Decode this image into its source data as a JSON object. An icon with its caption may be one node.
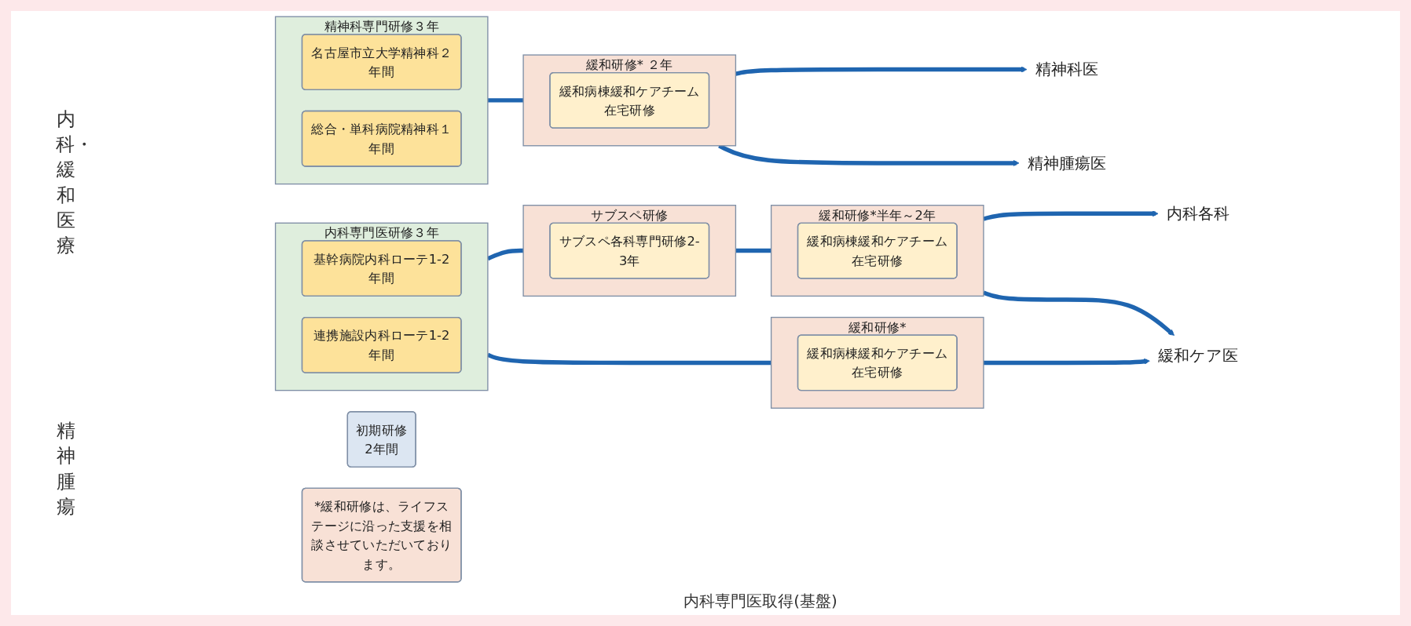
{
  "diagram": {
    "nodes": [
      {
        "text": [
          "初期研修",
          "2年間"
        ]
      },
      {
        "text": [
          "内科専門医研修３年"
        ]
      },
      {
        "text": [
          "基幹病院内科ローテ1-2年間"
        ],
        "in": 1
      },
      {
        "text": [
          "連携施設内科ローテ1-2年間"
        ],
        "in": 1
      },
      {
        "text": [
          "サブスペ研修"
        ]
      },
      {
        "text": [
          "サブスペ各科専門研修2-3年"
        ],
        "in": 4
      },
      {
        "text": [
          "緩和研修*半年～2年"
        ]
      },
      {
        "text": [
          "緩和病棟緩和ケアチーム在宅研修"
        ],
        "in": 6
      },
      {
        "text": [
          "内科各科"
        ]
      },
      {
        "text": [
          "緩和研修*"
        ]
      },
      {
        "text": [
          "緩和病棟緩和ケアチーム在宅研修"
        ],
        "in": 9
      },
      {
        "text": [
          "緩和ケア医"
        ]
      },
      {
        "text": [
          "精神科専門研修３年"
        ]
      },
      {
        "text": [
          "名古屋市立大学精神科２年間"
        ],
        "in": 12
      },
      {
        "text": [
          "総合・単科病院精神科１年間"
        ],
        "in": 12
      },
      {
        "text": [
          "緩和研修* ２年"
        ]
      },
      {
        "text": [
          "緩和病棟緩和ケアチーム在宅研修"
        ],
        "in": 15
      },
      {
        "text": [
          "精神科医"
        ]
      },
      {
        "text": [
          "精神腫瘍医"
        ]
      },
      {
        "text": [
          "*緩和研修は、ライフステージに沿った支援を相談させていただいております。"
        ]
      }
    ],
    "edges": [
      {
        "from": 1,
        "to": 4,
        "arrow": "none"
      },
      {
        "from": 4,
        "to": 6,
        "arrow": "none"
      },
      {
        "from": 6,
        "to": 8,
        "arrow": "to"
      },
      {
        "from": 1,
        "to": 9,
        "arrow": "none"
      },
      {
        "from": 9,
        "to": 11,
        "arrow": "to"
      },
      {
        "from": 6,
        "to": 11,
        "arrow": "to"
      },
      {
        "from": 12,
        "to": 15,
        "arrow": "none"
      },
      {
        "from": 15,
        "to": 17,
        "arrow": "to"
      },
      {
        "from": 15,
        "to": 18,
        "arrow": "to"
      }
    ],
    "labels": [
      "内科・緩和医療",
      "内科専門医取得(基盤)",
      "精神腫瘍"
    ]
  }
}
